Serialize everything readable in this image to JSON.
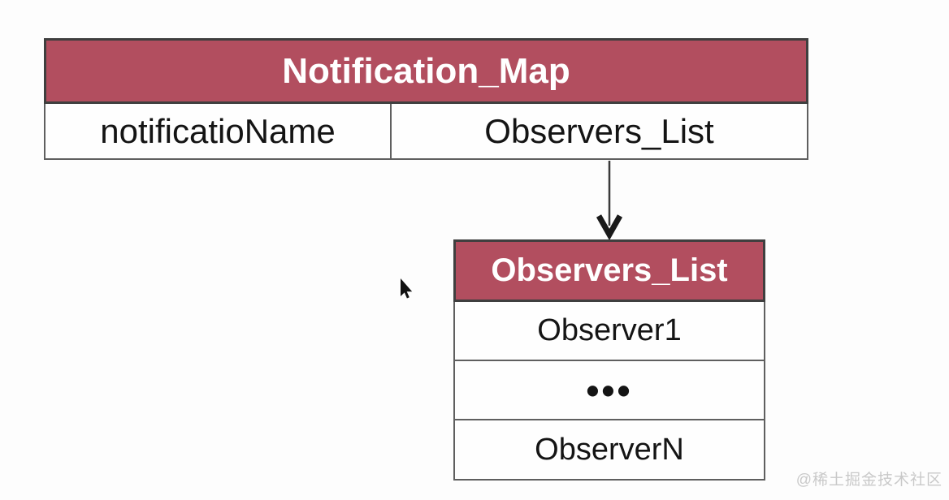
{
  "diagram": {
    "notification_map": {
      "title": "Notification_Map",
      "columns": [
        "notificatioName",
        "Observers_List"
      ]
    },
    "observers_list": {
      "title": "Observers_List",
      "rows": [
        "Observer1",
        "•••",
        "ObserverN"
      ]
    },
    "arrow": "down-arrow from Observers_List cell to Observers_List table"
  },
  "watermark": "@稀土掘金技术社区",
  "colors": {
    "table_header_bg": "#b24e5f",
    "table_header_text": "#ffffff",
    "table_body_text": "#141414",
    "border_dark": "#3f3f3f",
    "border_light": "#5f5f5f",
    "arrow": "#1a1a1a",
    "watermark_text": "#c9c9c9",
    "background": "#fdfdfd"
  }
}
